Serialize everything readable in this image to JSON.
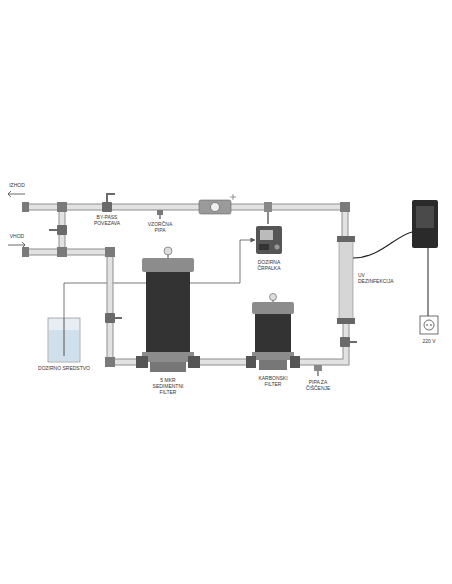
{
  "diagram": {
    "nodes": [
      {
        "text": [
          "5 MKR SEDIMENTNI FILTER"
        ]
      },
      {
        "text": [
          "KARBONSKI FILTER"
        ]
      },
      {
        "text": [
          "UV DEZINFEKCIJA"
        ]
      },
      {
        "text": [
          "DOZIRNA ČRPALKA"
        ]
      },
      {
        "text": [
          "DOZIRNO SREDSTVO"
        ]
      }
    ],
    "edges": [
      {
        "from": 0,
        "to": 1,
        "arrow": "none"
      },
      {
        "from": 1,
        "to": 2,
        "arrow": "none"
      },
      {
        "from": 4,
        "to": 3,
        "arrow": "to"
      }
    ],
    "labels": [
      "IZHOD",
      "VHOD",
      "BY-PASS POVEZAVA",
      "VZORČNA PIPA",
      "PIPA ZA ČIŠČENJE",
      "220 V"
    ]
  }
}
